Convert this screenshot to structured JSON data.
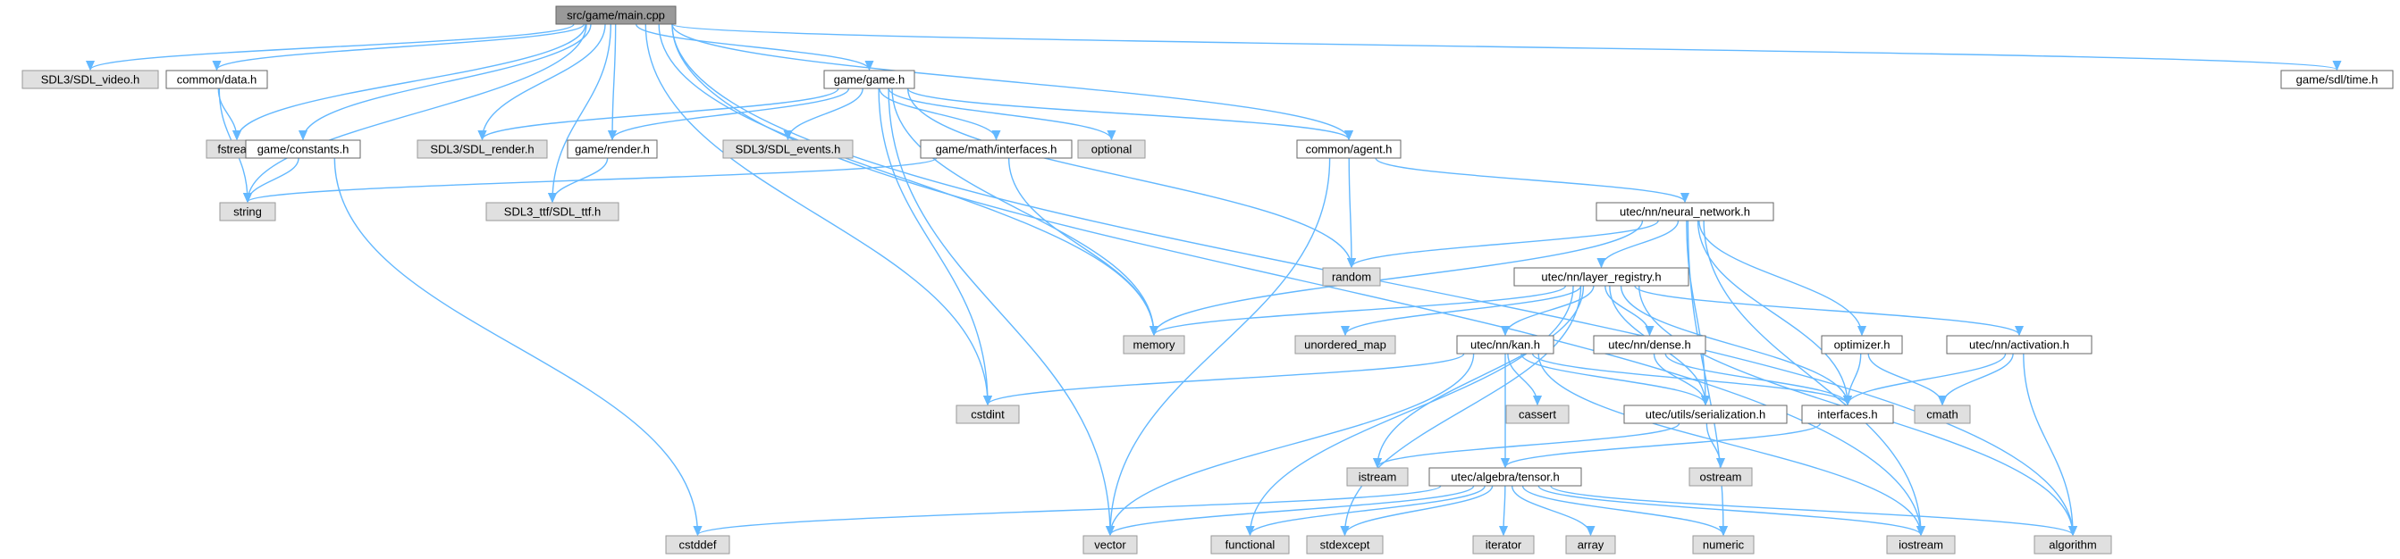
{
  "nodes": [
    {
      "id": "main",
      "label": "src/game/main.cpp",
      "style": "root"
    },
    {
      "id": "sdl_video",
      "label": "SDL3/SDL_video.h",
      "style": "gray"
    },
    {
      "id": "common_data",
      "label": "common/data.h",
      "style": "white"
    },
    {
      "id": "game_game",
      "label": "game/game.h",
      "style": "white"
    },
    {
      "id": "sdl_time",
      "label": "game/sdl/time.h",
      "style": "white"
    },
    {
      "id": "fstream",
      "label": "fstream",
      "style": "gray"
    },
    {
      "id": "game_constants",
      "label": "game/constants.h",
      "style": "white"
    },
    {
      "id": "sdl_render",
      "label": "SDL3/SDL_render.h",
      "style": "gray"
    },
    {
      "id": "game_render",
      "label": "game/render.h",
      "style": "white"
    },
    {
      "id": "sdl_events",
      "label": "SDL3/SDL_events.h",
      "style": "gray"
    },
    {
      "id": "optional",
      "label": "optional",
      "style": "gray"
    },
    {
      "id": "math_interfaces",
      "label": "game/math/interfaces.h",
      "style": "white"
    },
    {
      "id": "common_agent",
      "label": "common/agent.h",
      "style": "white"
    },
    {
      "id": "string",
      "label": "string",
      "style": "gray"
    },
    {
      "id": "sdl_ttf",
      "label": "SDL3_ttf/SDL_ttf.h",
      "style": "gray"
    },
    {
      "id": "neural_network",
      "label": "utec/nn/neural_network.h",
      "style": "white"
    },
    {
      "id": "random",
      "label": "random",
      "style": "gray"
    },
    {
      "id": "layer_registry",
      "label": "utec/nn/layer_registry.h",
      "style": "white"
    },
    {
      "id": "memory",
      "label": "memory",
      "style": "gray"
    },
    {
      "id": "unordered_map",
      "label": "unordered_map",
      "style": "gray"
    },
    {
      "id": "kan",
      "label": "utec/nn/kan.h",
      "style": "white"
    },
    {
      "id": "dense",
      "label": "utec/nn/dense.h",
      "style": "white"
    },
    {
      "id": "optimizer",
      "label": "optimizer.h",
      "style": "white"
    },
    {
      "id": "activation",
      "label": "utec/nn/activation.h",
      "style": "white"
    },
    {
      "id": "cstdint",
      "label": "cstdint",
      "style": "gray"
    },
    {
      "id": "cassert",
      "label": "cassert",
      "style": "gray"
    },
    {
      "id": "serialization",
      "label": "utec/utils/serialization.h",
      "style": "white"
    },
    {
      "id": "interfaces",
      "label": "interfaces.h",
      "style": "white"
    },
    {
      "id": "cmath",
      "label": "cmath",
      "style": "gray"
    },
    {
      "id": "istream",
      "label": "istream",
      "style": "gray"
    },
    {
      "id": "ostream",
      "label": "ostream",
      "style": "gray"
    },
    {
      "id": "tensor",
      "label": "utec/algebra/tensor.h",
      "style": "white"
    },
    {
      "id": "cstddef",
      "label": "cstddef",
      "style": "gray"
    },
    {
      "id": "vector",
      "label": "vector",
      "style": "gray"
    },
    {
      "id": "functional",
      "label": "functional",
      "style": "gray"
    },
    {
      "id": "stdexcept",
      "label": "stdexcept",
      "style": "gray"
    },
    {
      "id": "iterator",
      "label": "iterator",
      "style": "gray"
    },
    {
      "id": "array",
      "label": "array",
      "style": "gray"
    },
    {
      "id": "numeric",
      "label": "numeric",
      "style": "gray"
    },
    {
      "id": "iostream",
      "label": "iostream",
      "style": "gray"
    },
    {
      "id": "algorithm",
      "label": "algorithm",
      "style": "gray"
    }
  ],
  "edges": [
    [
      "main",
      "sdl_video"
    ],
    [
      "main",
      "common_data"
    ],
    [
      "main",
      "game_game"
    ],
    [
      "main",
      "sdl_time"
    ],
    [
      "main",
      "fstream"
    ],
    [
      "main",
      "game_constants"
    ],
    [
      "main",
      "sdl_render"
    ],
    [
      "main",
      "game_render"
    ],
    [
      "main",
      "string"
    ],
    [
      "main",
      "sdl_ttf"
    ],
    [
      "main",
      "common_agent"
    ],
    [
      "main",
      "memory"
    ],
    [
      "main",
      "cstdint"
    ],
    [
      "main",
      "iostream"
    ],
    [
      "main",
      "algorithm"
    ],
    [
      "common_data",
      "fstream"
    ],
    [
      "common_data",
      "string"
    ],
    [
      "game_constants",
      "string"
    ],
    [
      "game_constants",
      "cstddef"
    ],
    [
      "game_game",
      "sdl_render"
    ],
    [
      "game_game",
      "game_render"
    ],
    [
      "game_game",
      "sdl_events"
    ],
    [
      "game_game",
      "optional"
    ],
    [
      "game_game",
      "math_interfaces"
    ],
    [
      "game_game",
      "common_agent"
    ],
    [
      "game_game",
      "random"
    ],
    [
      "game_game",
      "memory"
    ],
    [
      "game_game",
      "cstdint"
    ],
    [
      "game_game",
      "vector"
    ],
    [
      "game_render",
      "sdl_ttf"
    ],
    [
      "math_interfaces",
      "string"
    ],
    [
      "math_interfaces",
      "memory"
    ],
    [
      "common_agent",
      "random"
    ],
    [
      "common_agent",
      "neural_network"
    ],
    [
      "common_agent",
      "vector"
    ],
    [
      "neural_network",
      "random"
    ],
    [
      "neural_network",
      "memory"
    ],
    [
      "neural_network",
      "layer_registry"
    ],
    [
      "neural_network",
      "optimizer"
    ],
    [
      "neural_network",
      "serialization"
    ],
    [
      "neural_network",
      "interfaces"
    ],
    [
      "neural_network",
      "numeric"
    ],
    [
      "neural_network",
      "iostream"
    ],
    [
      "layer_registry",
      "memory"
    ],
    [
      "layer_registry",
      "unordered_map"
    ],
    [
      "layer_registry",
      "kan"
    ],
    [
      "layer_registry",
      "dense"
    ],
    [
      "layer_registry",
      "activation"
    ],
    [
      "layer_registry",
      "interfaces"
    ],
    [
      "layer_registry",
      "serialization"
    ],
    [
      "layer_registry",
      "functional"
    ],
    [
      "layer_registry",
      "stdexcept"
    ],
    [
      "layer_registry",
      "istream"
    ],
    [
      "layer_registry",
      "algorithm"
    ],
    [
      "kan",
      "cstdint"
    ],
    [
      "kan",
      "cassert"
    ],
    [
      "kan",
      "serialization"
    ],
    [
      "kan",
      "interfaces"
    ],
    [
      "kan",
      "tensor"
    ],
    [
      "kan",
      "vector"
    ],
    [
      "kan",
      "iostream"
    ],
    [
      "dense",
      "serialization"
    ],
    [
      "dense",
      "interfaces"
    ],
    [
      "optimizer",
      "interfaces"
    ],
    [
      "optimizer",
      "cmath"
    ],
    [
      "activation",
      "interfaces"
    ],
    [
      "activation",
      "cmath"
    ],
    [
      "activation",
      "algorithm"
    ],
    [
      "serialization",
      "istream"
    ],
    [
      "serialization",
      "ostream"
    ],
    [
      "interfaces",
      "tensor"
    ],
    [
      "tensor",
      "cstddef"
    ],
    [
      "tensor",
      "vector"
    ],
    [
      "tensor",
      "functional"
    ],
    [
      "tensor",
      "stdexcept"
    ],
    [
      "tensor",
      "iterator"
    ],
    [
      "tensor",
      "array"
    ],
    [
      "tensor",
      "numeric"
    ],
    [
      "tensor",
      "iostream"
    ],
    [
      "tensor",
      "algorithm"
    ]
  ],
  "colors": {
    "edge": "#63b8ff",
    "root_fill": "#999999",
    "gray_fill": "#e0e0e0",
    "white_fill": "#ffffff"
  }
}
